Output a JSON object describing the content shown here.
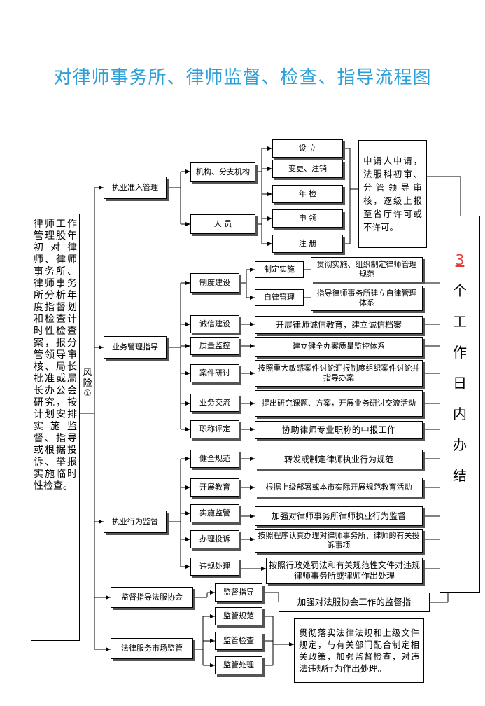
{
  "title": "对律师事务所、律师监督、检查、指导流程图",
  "left_description": "律师工作管理股年初对律师、律师事务所、律师事务所分析年度指督划和检查计时性检查案，报分管领导审核、局长批准或局长办公会研究，按计划安排实施监督、指导或根据投诉、举报实施临时性检查。",
  "risk_label": "风险①",
  "categories": {
    "admission": "执业准入管理",
    "business": "业务管理指导",
    "conduct": "执业行为监督",
    "association": "监督指导法服协会",
    "market": "法律服务市场监管"
  },
  "admission": {
    "org": "机构、分支机构",
    "person": "人        员",
    "items": [
      "设    立",
      "变更、注销",
      "年    检",
      "申    领",
      "注    册"
    ],
    "note": "申请人申请，法服科初审、分管领导审核，逐级上报至省厅许可或不许可。"
  },
  "business": {
    "system": "制度建设",
    "system_sub": [
      "制定实施",
      "自律管理"
    ],
    "system_desc": [
      "贯彻实施、组织制定律师管理规范",
      "指导律师事务所建立自律管理体系"
    ],
    "rows": [
      {
        "label": "诚信建设",
        "desc": "开展律师诚信教育，建立诚信档案"
      },
      {
        "label": "质量监控",
        "desc": "建立健全办案质量监控体系"
      },
      {
        "label": "案件研讨",
        "desc": "按照重大敏感案件讨论汇报制度组织案件讨论并指导办案"
      },
      {
        "label": "业务交流",
        "desc": "提出研究课题、方案，开展业务研讨交流活动"
      },
      {
        "label": "职称评定",
        "desc": "协助律师专业职称的申报工作"
      }
    ]
  },
  "conduct": {
    "rows": [
      {
        "label": "健全规范",
        "desc": "转发或制定律师执业行为规范"
      },
      {
        "label": "开展教育",
        "desc": "根据上级部署或本市实际开展规范教育活动"
      },
      {
        "label": "实施监管",
        "desc": "加强对律师事务所律师执业行为监督"
      },
      {
        "label": "办理投诉",
        "desc": "按照程序认真办理对律师事务所、律师的有关投诉事项"
      },
      {
        "label": "违规处理",
        "desc": "按照行政处罚法和有关规范性文件对违规律师事务所或律师作出处理"
      }
    ]
  },
  "association": {
    "label": "监督指导",
    "desc": "加强对法服协会工作的监督指"
  },
  "market": {
    "items": [
      "监管规范",
      "监管检查",
      "监管处理"
    ],
    "desc": "贯彻落实法律法规和上级文件规定，与有关部门配合制定相关政策，加强监督检查，对违法违规行为作出处理。"
  },
  "result": {
    "num": "3",
    "chars": [
      "个",
      "工",
      "作",
      "日",
      "内",
      "办",
      "结"
    ]
  }
}
